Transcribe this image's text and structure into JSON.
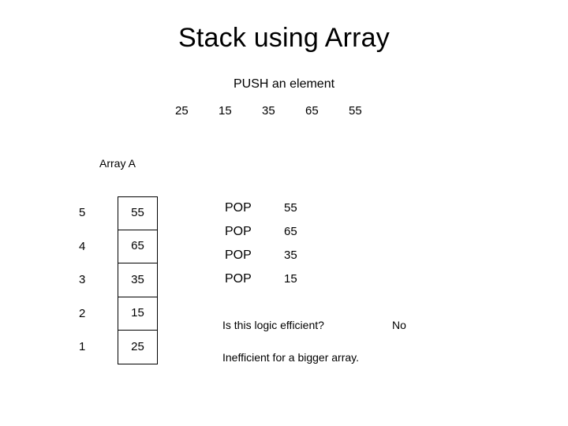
{
  "slide": {
    "title": "Stack using Array",
    "background_color": "#ffffff",
    "text_color": "#000000"
  },
  "push_section": {
    "label": "PUSH an element",
    "values": [
      "25",
      "15",
      "35",
      "65",
      "55"
    ]
  },
  "array": {
    "label": "Array A",
    "rows": [
      {
        "index": "5",
        "value": "55"
      },
      {
        "index": "4",
        "value": "65"
      },
      {
        "index": "3",
        "value": "35"
      },
      {
        "index": "2",
        "value": "15"
      },
      {
        "index": "1",
        "value": "25"
      }
    ]
  },
  "pop_section": {
    "rows": [
      {
        "op": "POP",
        "value": "55"
      },
      {
        "op": "POP",
        "value": "65"
      },
      {
        "op": "POP",
        "value": "35"
      },
      {
        "op": "POP",
        "value": "15"
      }
    ]
  },
  "notes": {
    "question": "Is this logic efficient?",
    "answer": "No",
    "conclusion": "Inefficient for a bigger array."
  }
}
